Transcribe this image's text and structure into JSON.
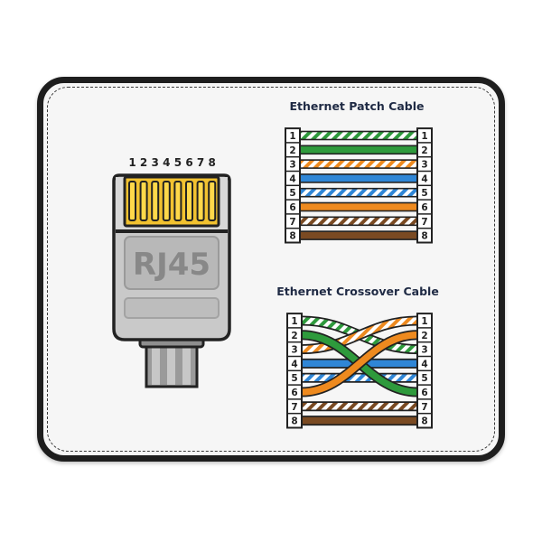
{
  "rj45": {
    "label": "RJ45",
    "pin_numbers": [
      "1",
      "2",
      "3",
      "4",
      "5",
      "6",
      "7",
      "8"
    ]
  },
  "patch": {
    "title": "Ethernet Patch Cable",
    "pins": [
      "1",
      "2",
      "3",
      "4",
      "5",
      "6",
      "7",
      "8"
    ]
  },
  "crossover": {
    "title": "Ethernet Crossover Cable",
    "pins": [
      "1",
      "2",
      "3",
      "4",
      "5",
      "6",
      "7",
      "8"
    ],
    "mapping": [
      3,
      6,
      1,
      4,
      5,
      2,
      7,
      8
    ]
  },
  "colors": {
    "green": "#2e9a3c",
    "orange": "#ee8a1f",
    "blue": "#2f86d6",
    "brown": "#7a4a22",
    "outline": "#222222",
    "gold": "#f2c230",
    "body_gray": "#b4b4b4"
  },
  "wires": [
    {
      "color": "green",
      "striped": true
    },
    {
      "color": "green",
      "striped": false
    },
    {
      "color": "orange",
      "striped": true
    },
    {
      "color": "blue",
      "striped": false
    },
    {
      "color": "blue",
      "striped": true
    },
    {
      "color": "orange",
      "striped": false
    },
    {
      "color": "brown",
      "striped": true
    },
    {
      "color": "brown",
      "striped": false
    }
  ]
}
